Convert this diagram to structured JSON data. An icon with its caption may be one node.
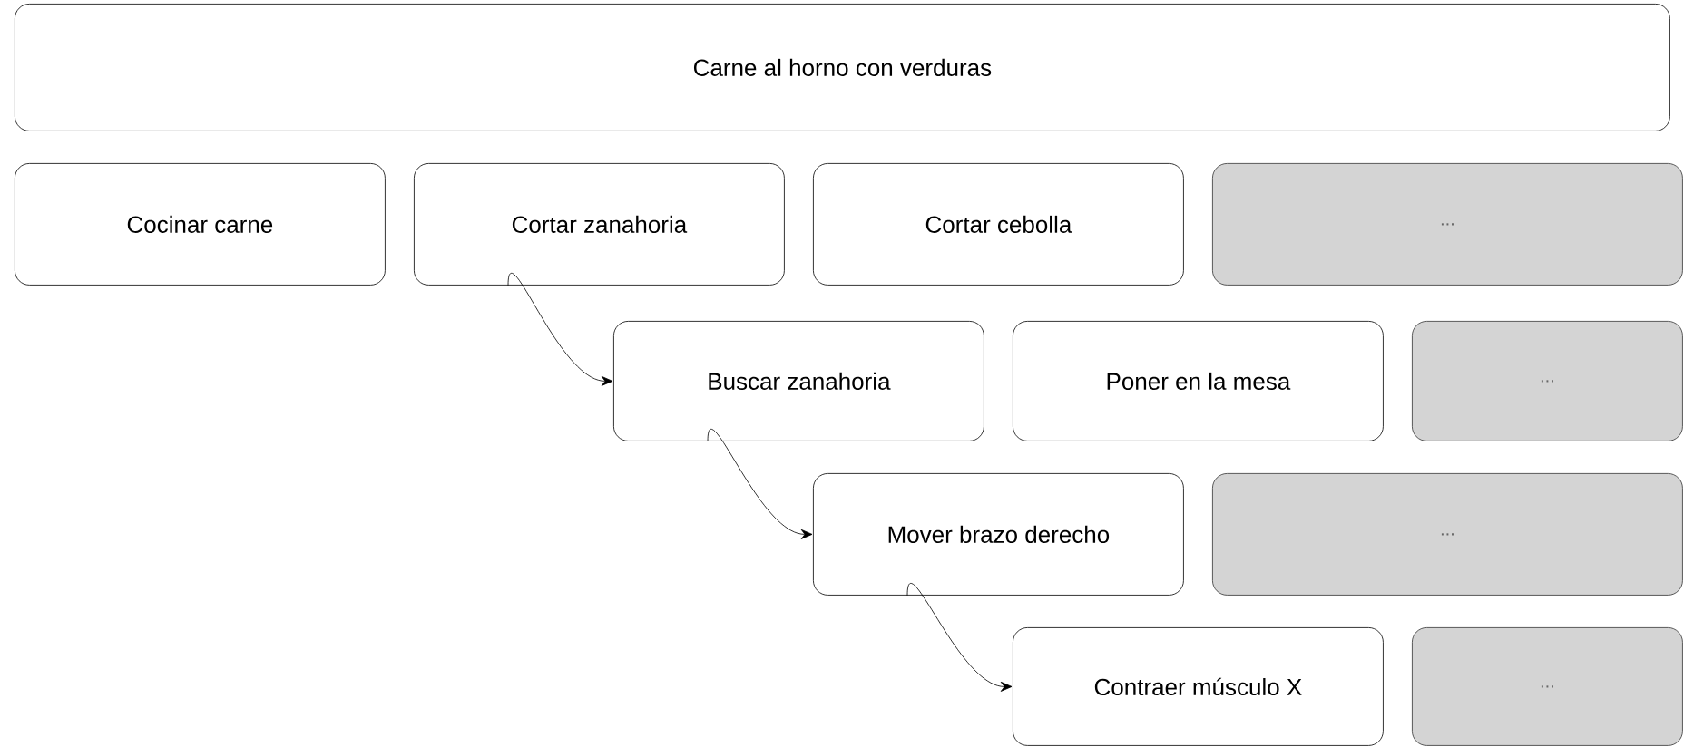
{
  "diagram": {
    "nodes": [
      {
        "text": [
          "Carne al horno con verduras"
        ]
      },
      {
        "text": [
          "Cocinar carne"
        ]
      },
      {
        "text": [
          "Cortar zanahoria"
        ]
      },
      {
        "text": [
          "Cortar cebolla"
        ]
      },
      {
        "text": [
          "..."
        ]
      },
      {
        "text": [
          "Buscar zanahoria"
        ]
      },
      {
        "text": [
          "Poner en la mesa"
        ]
      },
      {
        "text": [
          "..."
        ]
      },
      {
        "text": [
          "Mover brazo derecho"
        ]
      },
      {
        "text": [
          "..."
        ]
      },
      {
        "text": [
          "Contraer músculo X"
        ]
      },
      {
        "text": [
          "..."
        ]
      }
    ],
    "edges": [
      {
        "from": 2,
        "to": 5,
        "arrow": "to"
      },
      {
        "from": 5,
        "to": 8,
        "arrow": "to"
      },
      {
        "from": 8,
        "to": 10,
        "arrow": "to"
      }
    ]
  }
}
